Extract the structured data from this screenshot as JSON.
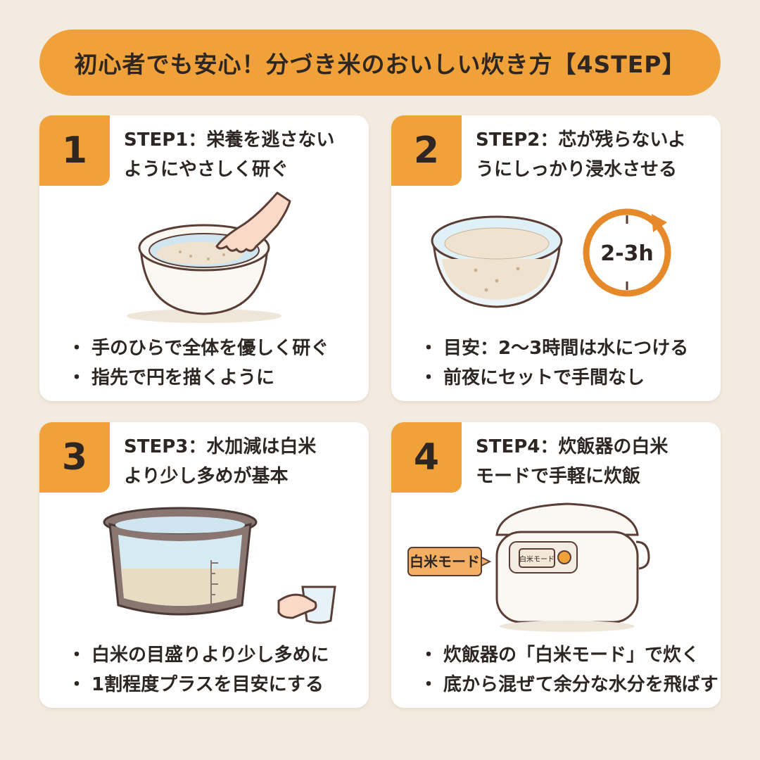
{
  "title": "初心者でも安心！分づき米のおいしい炊き方【4STEP】",
  "colors": {
    "accent": "#f0a13a",
    "background": "#f3ebdf",
    "card": "#ffffff",
    "text": "#2d2622"
  },
  "steps": [
    {
      "number": "1",
      "heading_line1": "STEP1：栄養を逃さない",
      "heading_line2": "ようにやさしく研ぐ",
      "illustration": "hand-washing-rice-bowl",
      "bullets": [
        "手のひらで全体を優しく研ぐ",
        "指先で円を描くように"
      ]
    },
    {
      "number": "2",
      "heading_line1": "STEP2：芯が残らないよ",
      "heading_line2": "うにしっかり浸水させる",
      "illustration": "soaking-rice-bowl-with-timer",
      "timer_label": "2-3h",
      "bullets": [
        "目安：2〜3時間は水につける",
        "前夜にセットで手間なし"
      ]
    },
    {
      "number": "3",
      "heading_line1": "STEP3：水加減は白米",
      "heading_line2": "より少し多めが基本",
      "illustration": "inner-pot-with-water-and-cup",
      "bullets": [
        "白米の目盛りより少し多めに",
        "1割程度プラスを目安にする"
      ]
    },
    {
      "number": "4",
      "heading_line1": "STEP4：炊飯器の白米",
      "heading_line2": "モードで手軽に炊飯",
      "illustration": "rice-cooker",
      "mode_tag": "白米モード",
      "display_label": "白米モード",
      "bullets": [
        "炊飯器の「白米モード」で炊く",
        "底から混ぜて余分な水分を飛ばす"
      ]
    }
  ]
}
